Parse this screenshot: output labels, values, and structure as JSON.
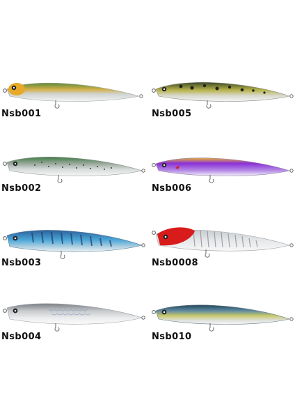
{
  "products": [
    {
      "code": "Nsb001",
      "pattern": "gold-head-green-back"
    },
    {
      "code": "Nsb005",
      "pattern": "olive-spotted"
    },
    {
      "code": "Nsb002",
      "pattern": "green-back-speckled"
    },
    {
      "code": "Nsb006",
      "pattern": "purple-gold"
    },
    {
      "code": "Nsb003",
      "pattern": "blue-tiger"
    },
    {
      "code": "Nsb0008",
      "pattern": "red-head-silver"
    },
    {
      "code": "Nsb004",
      "pattern": "white-scaled"
    },
    {
      "code": "Nsb010",
      "pattern": "blue-yellow-holo"
    }
  ]
}
